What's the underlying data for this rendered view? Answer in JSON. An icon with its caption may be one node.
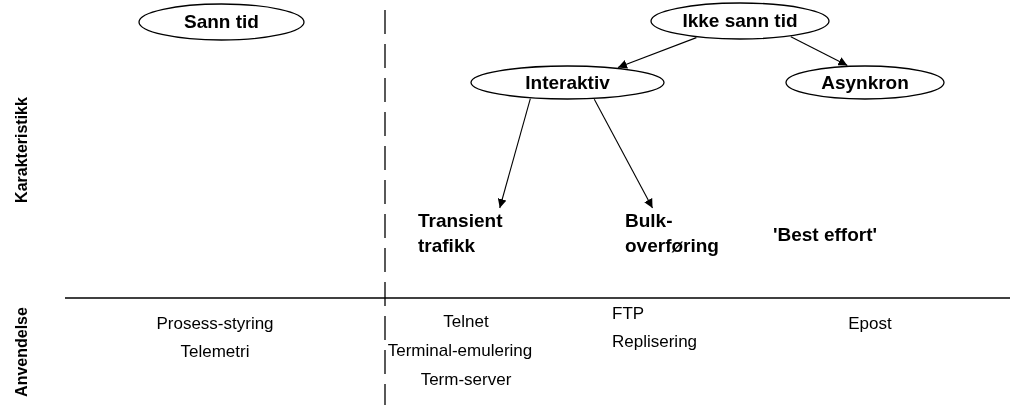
{
  "diagram": {
    "nodes": [
      {
        "text": [
          "Sann tid"
        ]
      },
      {
        "text": [
          "Ikke sann tid"
        ]
      },
      {
        "text": [
          "Interaktiv"
        ]
      },
      {
        "text": [
          "Asynkron"
        ]
      },
      {
        "text": [
          "Transient trafikk"
        ]
      },
      {
        "text": [
          "Bulk- overføring"
        ]
      }
    ],
    "edges": [
      {
        "from": 1,
        "to": 2,
        "arrow": "to"
      },
      {
        "from": 1,
        "to": 3,
        "arrow": "to"
      },
      {
        "from": 2,
        "to": 4,
        "arrow": "to"
      },
      {
        "from": 2,
        "to": 5,
        "arrow": "to"
      }
    ],
    "labels": [
      "Karakteristikk",
      "'Best effort'",
      "Anvendelse",
      "Prosess-styring",
      "Telemetri",
      "Telnet",
      "Terminal-emulering",
      "Term-server",
      "FTP",
      "Replisering",
      "Epost"
    ]
  }
}
